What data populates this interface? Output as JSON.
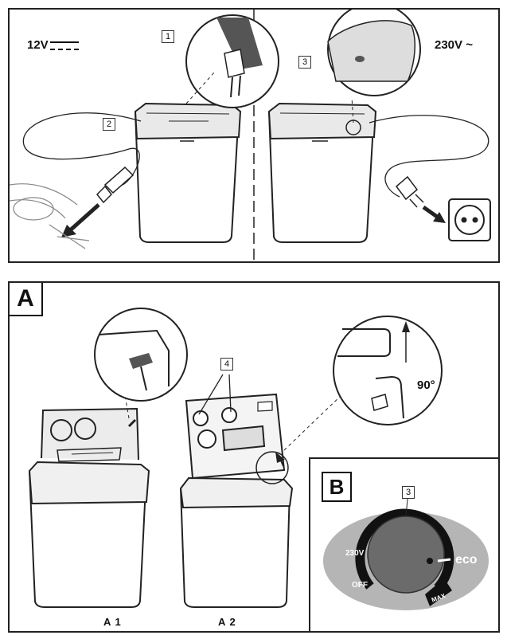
{
  "top": {
    "label_12v": "12V",
    "label_230v": "230V ~",
    "tags": [
      "1",
      "2",
      "3"
    ]
  },
  "panel_a": {
    "letter": "A",
    "tag": "4",
    "angle": "90°",
    "caption_a1": "A 1",
    "caption_a2": "A 2"
  },
  "panel_b": {
    "letter": "B",
    "tag": "3",
    "dial_230v": "230V",
    "dial_off": "OFF",
    "dial_eco": "eco",
    "dial_max": "MAX"
  },
  "colors": {
    "line": "#222222",
    "dial_bg": "#b5b5b5",
    "dial_knob": "#6b6b6b"
  }
}
